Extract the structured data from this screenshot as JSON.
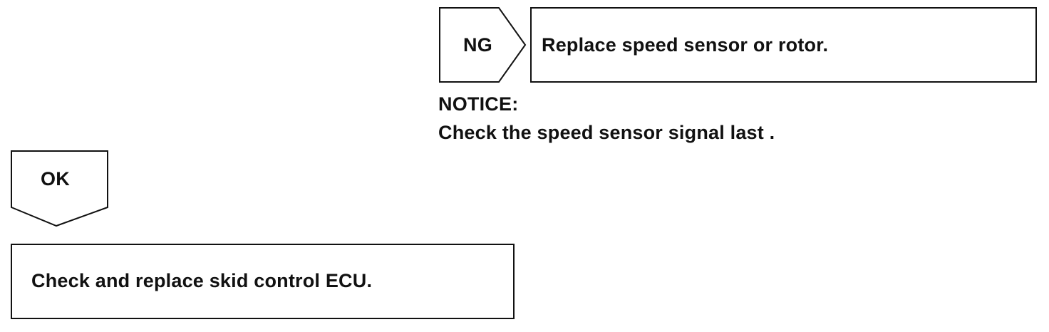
{
  "ng_branch": {
    "tag": "NG",
    "action": "Replace speed sensor or rotor."
  },
  "notice": {
    "title": "NOTICE:",
    "text": "Check the speed sensor signal last ."
  },
  "ok_branch": {
    "tag": "OK",
    "action": "Check and replace skid control ECU."
  },
  "colors": {
    "stroke": "#111111",
    "background": "#ffffff"
  },
  "icons": {
    "ng_tag": "right-pointing-pentagon-arrow",
    "ok_tag": "down-pointing-pentagon-arrow"
  }
}
